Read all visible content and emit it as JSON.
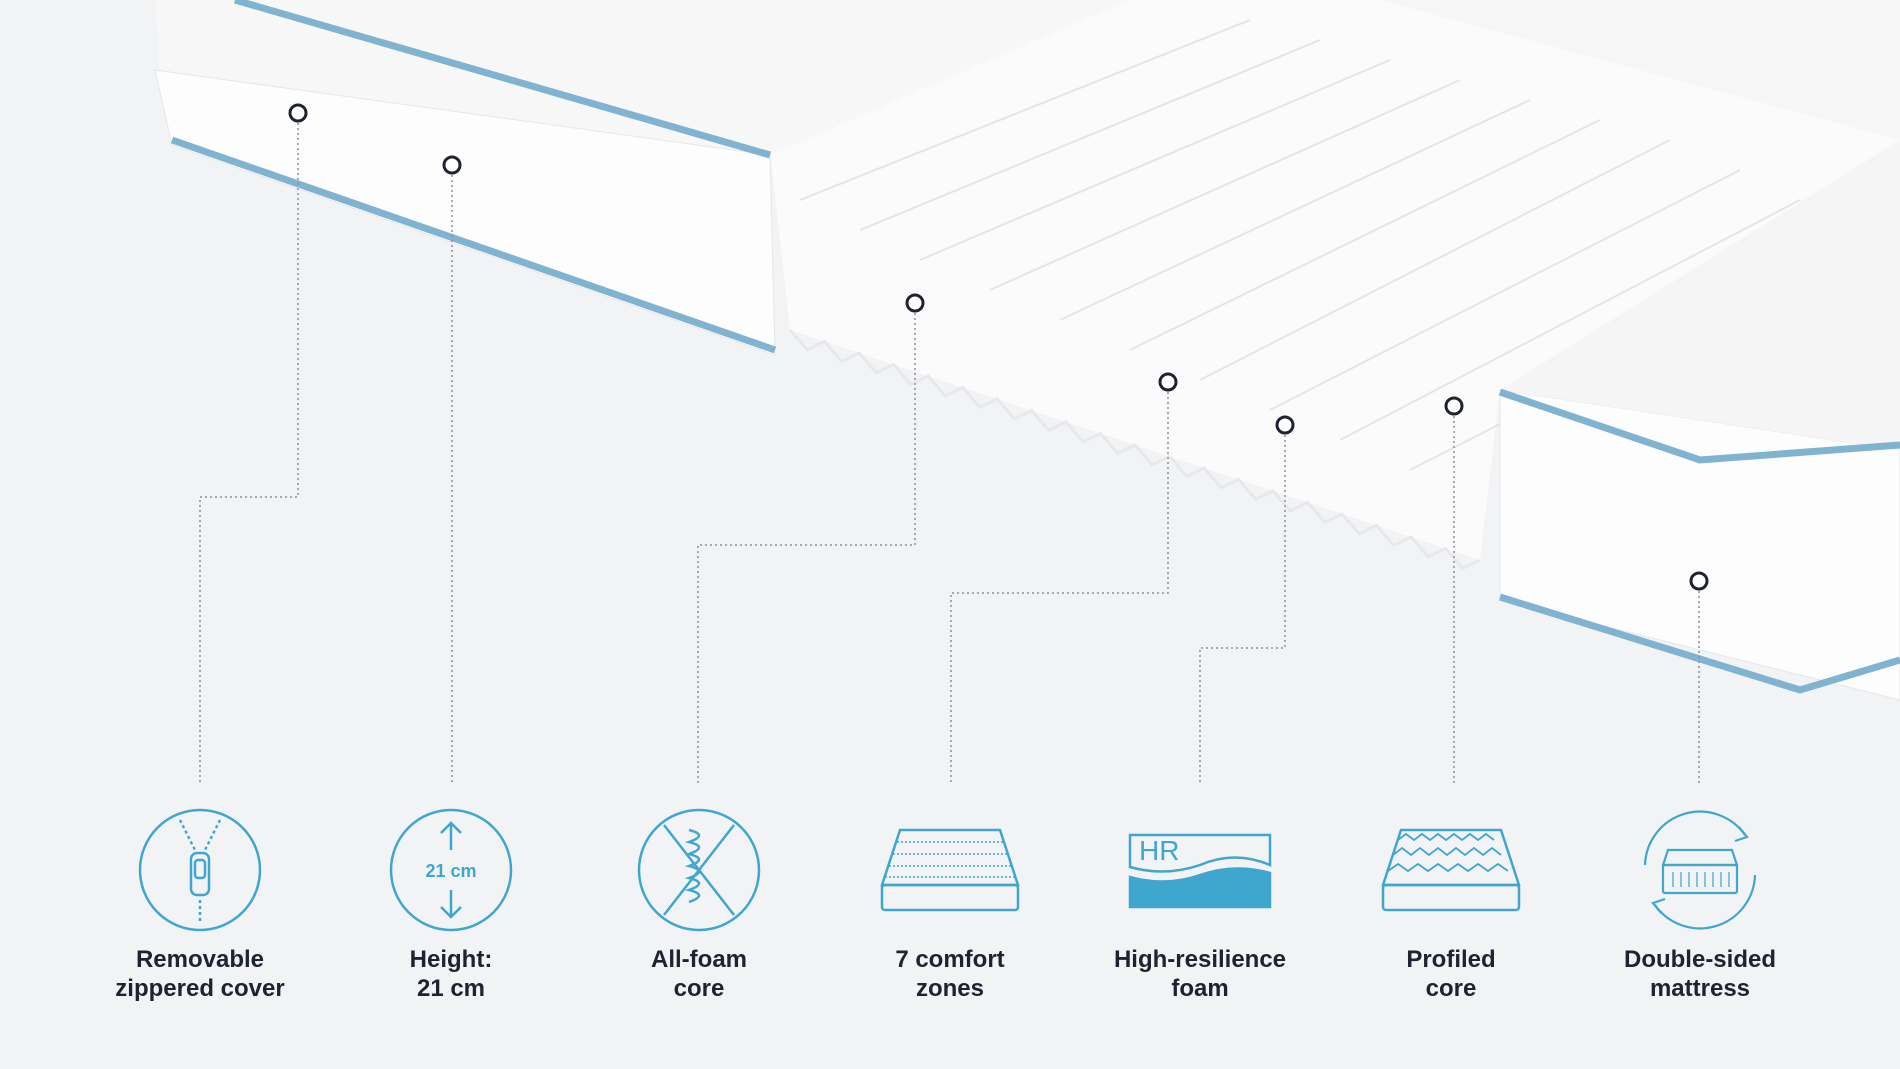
{
  "colors": {
    "accent": "#3fa6cd",
    "text": "#1d2330",
    "background": "#f2f3f5",
    "piping": "#7fb3cf"
  },
  "height_icon_text": "21 cm",
  "hr_icon_text": "HR",
  "features": [
    {
      "icon": "zipper-icon",
      "line1": "Removable",
      "line2": "zippered cover"
    },
    {
      "icon": "height-arrows-icon",
      "line1": "Height:",
      "line2": "21 cm"
    },
    {
      "icon": "no-springs-icon",
      "line1": "All-foam",
      "line2": "core"
    },
    {
      "icon": "comfort-zones-icon",
      "line1": "7 comfort",
      "line2": "zones"
    },
    {
      "icon": "hr-foam-icon",
      "line1": "High-resilience",
      "line2": "foam"
    },
    {
      "icon": "profiled-core-icon",
      "line1": "Profiled",
      "line2": "core"
    },
    {
      "icon": "flip-mattress-icon",
      "line1": "Double-sided",
      "line2": "mattress"
    }
  ]
}
